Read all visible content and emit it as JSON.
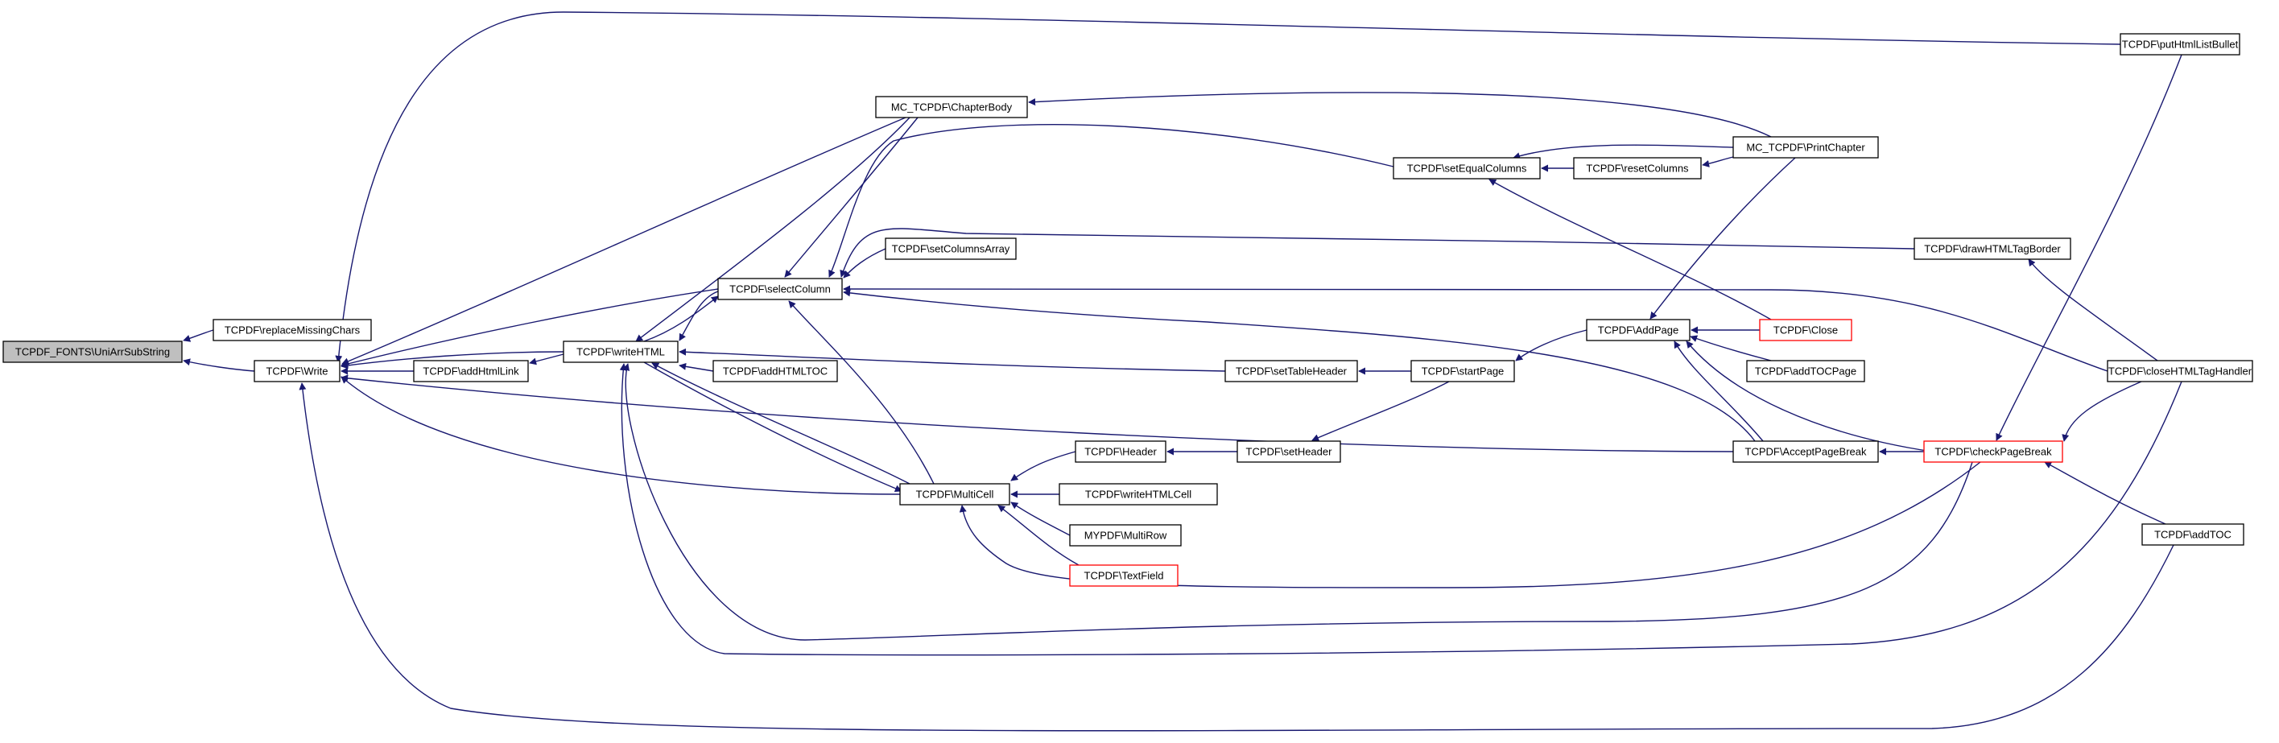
{
  "colors": {
    "edge": "#191970",
    "node_border": "#000000",
    "node_fill": "#ffffff",
    "root_fill": "#bfbfbf",
    "truncated_border": "#ff0000"
  },
  "nodes": [
    {
      "id": "n0",
      "label": "TCPDF_FONTS\\UniArrSubString",
      "style": "root"
    },
    {
      "id": "n1",
      "label": "TCPDF\\replaceMissingChars",
      "style": "normal"
    },
    {
      "id": "n2",
      "label": "TCPDF\\Write",
      "style": "normal"
    },
    {
      "id": "n3",
      "label": "TCPDF\\addHtmlLink",
      "style": "normal"
    },
    {
      "id": "n4",
      "label": "TCPDF\\writeHTML",
      "style": "normal"
    },
    {
      "id": "n5",
      "label": "TCPDF\\selectColumn",
      "style": "normal"
    },
    {
      "id": "n6",
      "label": "TCPDF\\addHTMLTOC",
      "style": "normal"
    },
    {
      "id": "n7",
      "label": "MC_TCPDF\\ChapterBody",
      "style": "normal"
    },
    {
      "id": "n8",
      "label": "TCPDF\\setColumnsArray",
      "style": "normal"
    },
    {
      "id": "n9",
      "label": "TCPDF\\MultiCell",
      "style": "normal"
    },
    {
      "id": "n10",
      "label": "TCPDF\\Header",
      "style": "normal"
    },
    {
      "id": "n11",
      "label": "TCPDF\\writeHTMLCell",
      "style": "normal"
    },
    {
      "id": "n12",
      "label": "MYPDF\\MultiRow",
      "style": "normal"
    },
    {
      "id": "n13",
      "label": "TCPDF\\TextField",
      "style": "truncated"
    },
    {
      "id": "n14",
      "label": "TCPDF\\setHeader",
      "style": "normal"
    },
    {
      "id": "n15",
      "label": "TCPDF\\setTableHeader",
      "style": "normal"
    },
    {
      "id": "n16",
      "label": "TCPDF\\startPage",
      "style": "normal"
    },
    {
      "id": "n17",
      "label": "TCPDF\\setEqualColumns",
      "style": "normal"
    },
    {
      "id": "n18",
      "label": "TCPDF\\resetColumns",
      "style": "normal"
    },
    {
      "id": "n19",
      "label": "TCPDF\\AddPage",
      "style": "normal"
    },
    {
      "id": "n20",
      "label": "MC_TCPDF\\PrintChapter",
      "style": "normal"
    },
    {
      "id": "n21",
      "label": "TCPDF\\Close",
      "style": "truncated"
    },
    {
      "id": "n22",
      "label": "TCPDF\\addTOCPage",
      "style": "normal"
    },
    {
      "id": "n23",
      "label": "TCPDF\\AcceptPageBreak",
      "style": "normal"
    },
    {
      "id": "n24",
      "label": "TCPDF\\drawHTMLTagBorder",
      "style": "normal"
    },
    {
      "id": "n25",
      "label": "TCPDF\\checkPageBreak",
      "style": "truncated"
    },
    {
      "id": "n26",
      "label": "TCPDF\\putHtmlListBullet",
      "style": "normal"
    },
    {
      "id": "n27",
      "label": "TCPDF\\closeHTMLTagHandler",
      "style": "normal"
    },
    {
      "id": "n28",
      "label": "TCPDF\\addTOC",
      "style": "normal"
    }
  ],
  "edges": [
    {
      "from": "n1",
      "to": "n0"
    },
    {
      "from": "n2",
      "to": "n0"
    },
    {
      "from": "n3",
      "to": "n2"
    },
    {
      "from": "n4",
      "to": "n2"
    },
    {
      "from": "n5",
      "to": "n2"
    },
    {
      "from": "n7",
      "to": "n2"
    },
    {
      "from": "n9",
      "to": "n2"
    },
    {
      "from": "n23",
      "to": "n2"
    },
    {
      "from": "n26",
      "to": "n2"
    },
    {
      "from": "n28",
      "to": "n2"
    },
    {
      "from": "n4",
      "to": "n3"
    },
    {
      "from": "n5",
      "to": "n4"
    },
    {
      "from": "n6",
      "to": "n4"
    },
    {
      "from": "n7",
      "to": "n4"
    },
    {
      "from": "n9",
      "to": "n4"
    },
    {
      "from": "n15",
      "to": "n4"
    },
    {
      "from": "n25",
      "to": "n4"
    },
    {
      "from": "n27",
      "to": "n4"
    },
    {
      "from": "n4",
      "to": "n5"
    },
    {
      "from": "n7",
      "to": "n5"
    },
    {
      "from": "n8",
      "to": "n5"
    },
    {
      "from": "n9",
      "to": "n5"
    },
    {
      "from": "n17",
      "to": "n5"
    },
    {
      "from": "n23",
      "to": "n5"
    },
    {
      "from": "n24",
      "to": "n5"
    },
    {
      "from": "n27",
      "to": "n5"
    },
    {
      "from": "n20",
      "to": "n7"
    },
    {
      "from": "n4",
      "to": "n9"
    },
    {
      "from": "n10",
      "to": "n9"
    },
    {
      "from": "n11",
      "to": "n9"
    },
    {
      "from": "n12",
      "to": "n9"
    },
    {
      "from": "n13",
      "to": "n9"
    },
    {
      "from": "n25",
      "to": "n9"
    },
    {
      "from": "n14",
      "to": "n10"
    },
    {
      "from": "n16",
      "to": "n14"
    },
    {
      "from": "n16",
      "to": "n15"
    },
    {
      "from": "n19",
      "to": "n16"
    },
    {
      "from": "n18",
      "to": "n17"
    },
    {
      "from": "n20",
      "to": "n17"
    },
    {
      "from": "n21",
      "to": "n17"
    },
    {
      "from": "n20",
      "to": "n18"
    },
    {
      "from": "n20",
      "to": "n19"
    },
    {
      "from": "n21",
      "to": "n19"
    },
    {
      "from": "n22",
      "to": "n19"
    },
    {
      "from": "n23",
      "to": "n19"
    },
    {
      "from": "n25",
      "to": "n19"
    },
    {
      "from": "n25",
      "to": "n23"
    },
    {
      "from": "n27",
      "to": "n24"
    },
    {
      "from": "n26",
      "to": "n25"
    },
    {
      "from": "n27",
      "to": "n25"
    },
    {
      "from": "n28",
      "to": "n25"
    }
  ]
}
